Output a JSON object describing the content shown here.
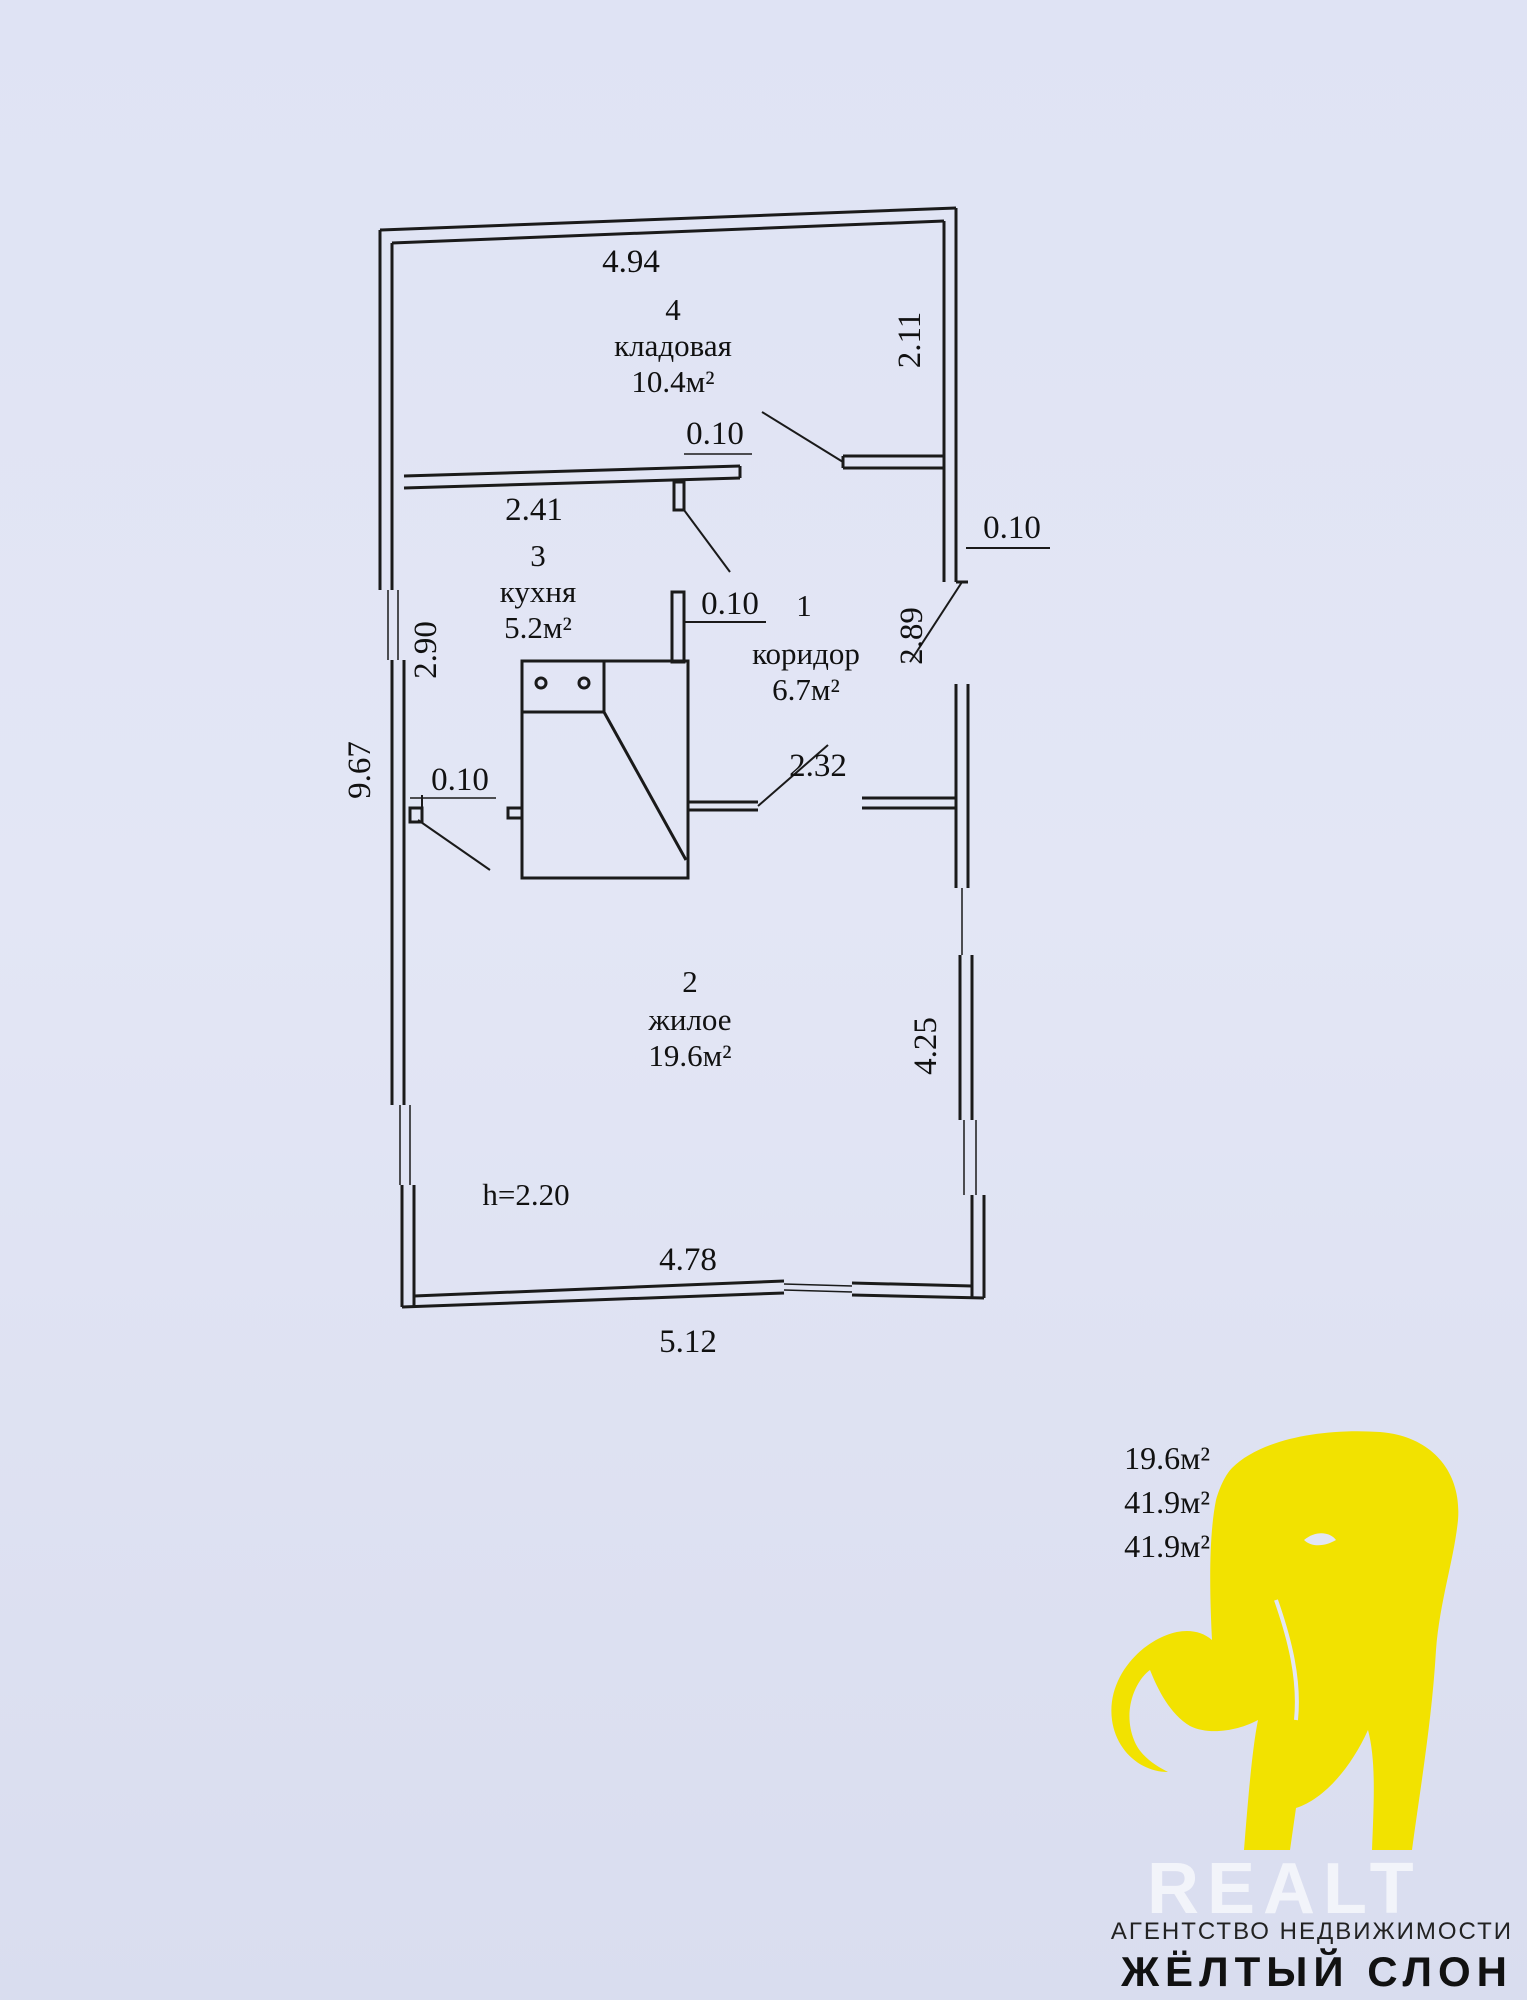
{
  "rooms": [
    {
      "number": "4",
      "name": "кладовая",
      "area": "10.4м²"
    },
    {
      "number": "3",
      "name": "кухня",
      "area": "5.2м²"
    },
    {
      "number": "1",
      "name": "коридор",
      "area": "6.7м²"
    },
    {
      "number": "2",
      "name": "жилое",
      "area": "19.6м²"
    }
  ],
  "dimensions": {
    "top_width": "4.94",
    "storage_side": "2.11",
    "partition_thickness_top": "0.10",
    "kitchen_width": "2.41",
    "right_wall_thickness": "0.10",
    "kitchen_partition": "0.10",
    "corridor_side": "2.89",
    "kitchen_side": "2.90",
    "total_height": "9.67",
    "left_partition": "0.10",
    "corridor_width": "2.32",
    "living_side": "4.25",
    "inner_width": "4.78",
    "outer_width": "5.12"
  },
  "ceiling_height": "h=2.20",
  "totals": [
    "19.6м²",
    "41.9м²",
    "41.9м²"
  ],
  "agency": {
    "watermark": "REALT",
    "subtitle": "АГЕНТСТВО НЕДВИЖИМОСТИ",
    "name": "ЖЁЛТЫЙ СЛОН",
    "logo_color": "#f2e200"
  }
}
